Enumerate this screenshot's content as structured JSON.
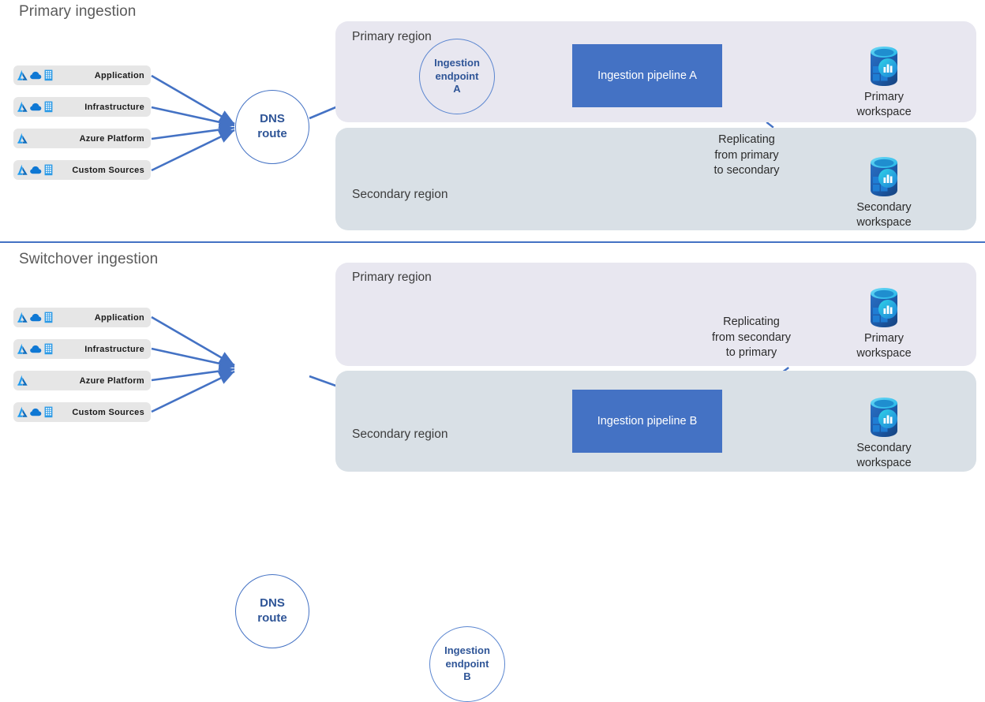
{
  "diagram": {
    "title_primary": "Primary ingestion",
    "title_switchover": "Switchover ingestion",
    "colors": {
      "accent_blue": "#4472c4",
      "dark_blue_text": "#2f5597",
      "region_primary_bg": "#e8e7f0",
      "region_secondary_bg": "#d9e0e6",
      "chip_bg": "#e6e6e6",
      "pipeline_fill": "#4472c4",
      "divider": "#4472c4"
    }
  },
  "sources": [
    {
      "label": "Application",
      "icons": [
        "azure-icon",
        "cloud-icon",
        "building-icon"
      ]
    },
    {
      "label": "Infrastructure",
      "icons": [
        "azure-icon",
        "cloud-icon",
        "building-icon"
      ]
    },
    {
      "label": "Azure Platform",
      "icons": [
        "azure-icon"
      ]
    },
    {
      "label": "Custom Sources",
      "icons": [
        "azure-icon",
        "cloud-icon",
        "building-icon"
      ]
    }
  ],
  "primary_section": {
    "dns_route": "DNS\nroute",
    "region_primary_label": "Primary\nregion",
    "region_secondary_label": "Secondary\nregion",
    "endpoint": "Ingestion\nendpoint\nA",
    "pipeline": "Ingestion pipeline A",
    "replication_note": "Replicating\nfrom primary\nto secondary",
    "workspace_primary": "Primary\nworkspace",
    "workspace_secondary": "Secondary\nworkspace"
  },
  "switchover_section": {
    "dns_route": "DNS\nroute",
    "region_primary_label": "Primary\nregion",
    "region_secondary_label": "Secondary\nregion",
    "endpoint": "Ingestion\nendpoint\nB",
    "pipeline": "Ingestion pipeline B",
    "replication_note": "Replicating\nfrom secondary\nto primary",
    "workspace_primary": "Primary\nworkspace",
    "workspace_secondary": "Secondary\nworkspace"
  }
}
